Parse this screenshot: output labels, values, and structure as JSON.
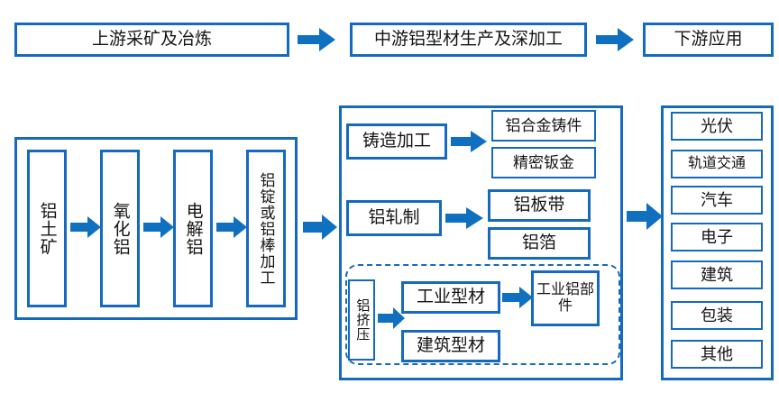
{
  "diagram": {
    "title_row": {
      "stages": [
        {
          "label": "上游采矿及冶炼"
        },
        {
          "label": "中游铝型材生产及深加工"
        },
        {
          "label": "下游应用"
        }
      ],
      "arrow_icon": "right-arrow-icon"
    },
    "upstream": {
      "steps": [
        {
          "label": "铝土矿"
        },
        {
          "label": "氧化铝"
        },
        {
          "label": "电解铝"
        },
        {
          "label": "铝锭或铝棒加工"
        }
      ]
    },
    "midstream": {
      "casting": {
        "process": "铸造加工",
        "outputs": [
          {
            "label": "铝合金铸件"
          },
          {
            "label": "精密钣金"
          }
        ]
      },
      "rolling": {
        "process": "铝轧制",
        "outputs": [
          {
            "label": "铝板带"
          },
          {
            "label": "铝箔"
          }
        ]
      },
      "extrusion": {
        "process": "铝挤压",
        "outputs": [
          {
            "label": "工业型材"
          },
          {
            "label": "建筑型材"
          }
        ],
        "final": {
          "label": "工业铝部件"
        }
      }
    },
    "downstream": {
      "applications": [
        {
          "label": "光伏"
        },
        {
          "label": "轨道交通"
        },
        {
          "label": "汽车"
        },
        {
          "label": "电子"
        },
        {
          "label": "建筑"
        },
        {
          "label": "包装"
        },
        {
          "label": "其他"
        }
      ]
    },
    "colors": {
      "border_blue": "#1569be",
      "arrow_blue": "#1070c0",
      "background": "#ffffff",
      "text": "#141414"
    }
  }
}
